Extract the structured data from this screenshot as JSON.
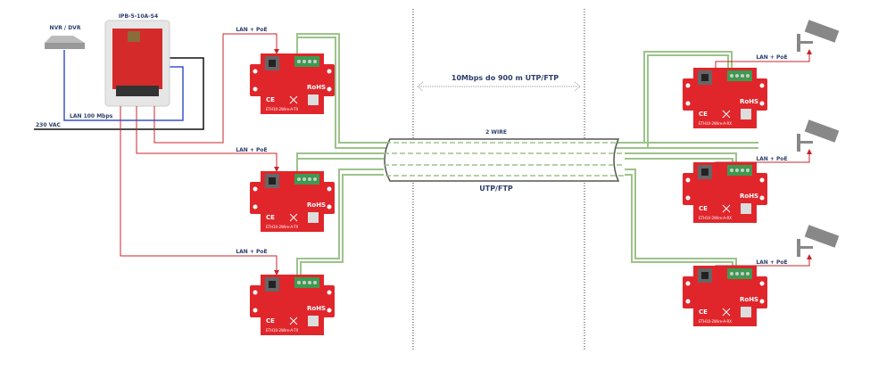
{
  "nvr": {
    "label": "NVR / DVR"
  },
  "switch": {
    "label": "IPB-5-10A-S4"
  },
  "links": {
    "lan100": "LAN 100 Mbps",
    "vac": "230 VAC",
    "poe": "LAN + PoE"
  },
  "range": {
    "label": "10Mbps do 900 m UTP/FTP"
  },
  "cable": {
    "wire_label": "2 WIRE",
    "type_label": "UTP/FTP"
  },
  "modules": {
    "tx_name": "ETH10-2Wire-A-TX",
    "rx_name": "ETH10-2Wire-A-RX",
    "rohs": "RoHS",
    "ce": "CE"
  },
  "colors": {
    "poe_line": "#c8242b",
    "lan_line": "#3a55c8",
    "power_line": "#111111",
    "wire": "#9cc38a",
    "module": "#e0262b"
  }
}
